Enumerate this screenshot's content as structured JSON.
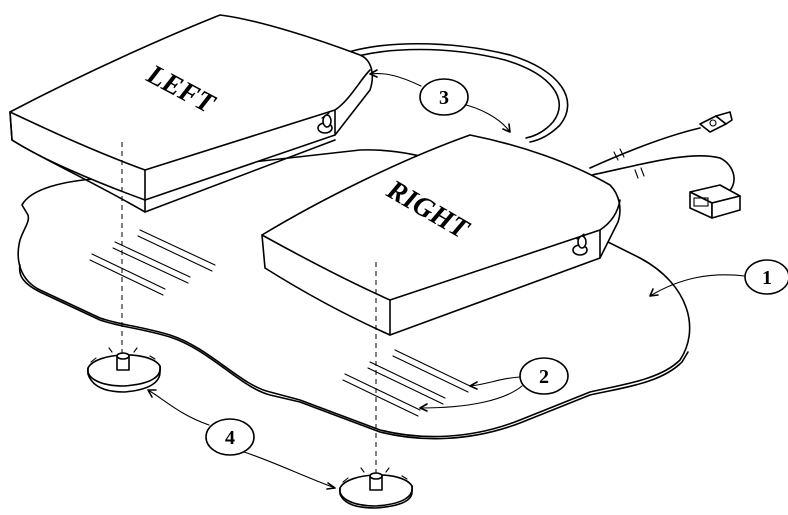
{
  "pedals": {
    "left_label": "LEFT",
    "right_label": "RIGHT"
  },
  "callouts": [
    "1",
    "2",
    "3",
    "4"
  ]
}
